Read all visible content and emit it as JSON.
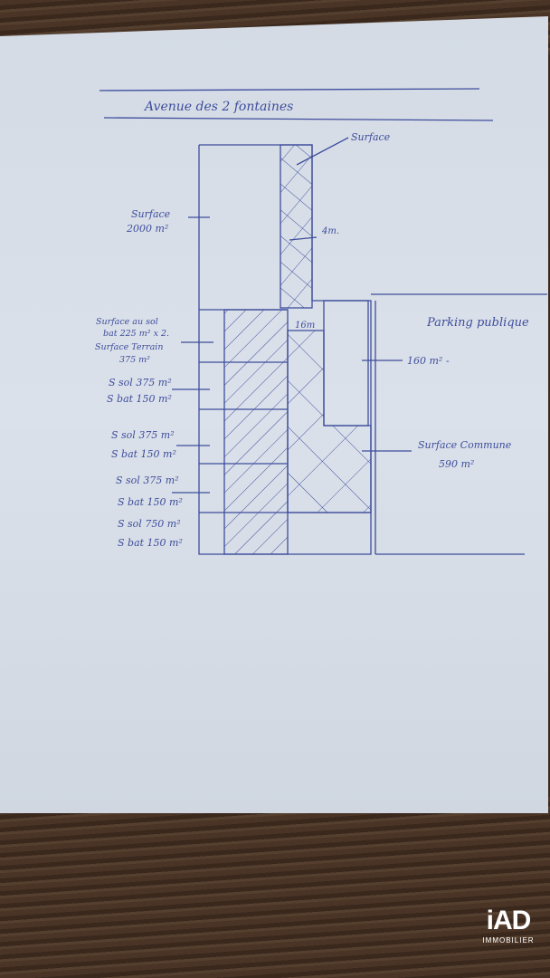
{
  "title": "Avenue des 2 fontaines",
  "labels": {
    "strip_surface": "Surface",
    "main_surface": [
      "Surface",
      "2000 m²"
    ],
    "strip_width": "4m.",
    "width_16": "16m",
    "parking": "Parking publique",
    "parking_area": "160 m² -",
    "common_surface": [
      "Surface Commune",
      "590 m²"
    ],
    "lot1": [
      "Surface au sol",
      "bat 225 m² x 2.",
      "Surface Terrain",
      "375 m²"
    ],
    "lot2": [
      "S sol 375 m²",
      "S bat 150 m²"
    ],
    "lot3": [
      "S sol 375 m²",
      "S bat 150 m²"
    ],
    "lot4": [
      "S sol 375 m²",
      "S bat 150 m²"
    ],
    "lot5": [
      "S sol 750 m²",
      "S bat 150 m²"
    ]
  },
  "logo": {
    "mark": "iAD",
    "sub": "IMMOBILIER"
  },
  "colors": {
    "ink": "#3d4d9c",
    "paper": "#d6dde6",
    "wood": "#3b2a20"
  }
}
